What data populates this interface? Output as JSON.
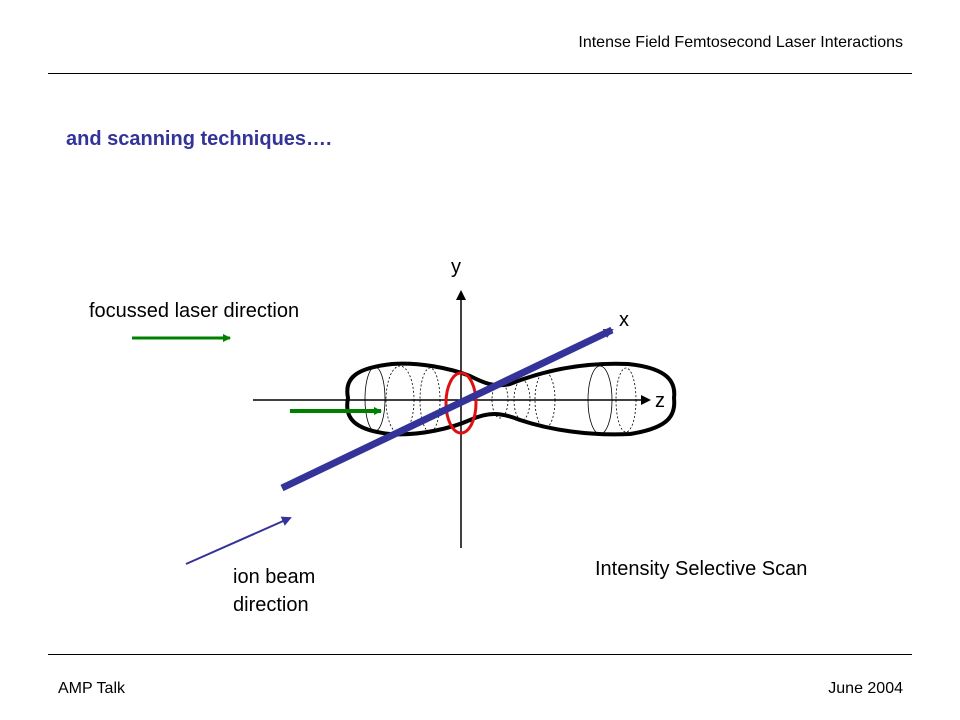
{
  "header": {
    "title": "Intense Field Femtosecond Laser Interactions"
  },
  "slide": {
    "title": "and scanning techniques…."
  },
  "diagram": {
    "laser_label": "focussed laser direction",
    "ion_beam_label_line1": "ion beam",
    "ion_beam_label_line2": "direction",
    "scan_label": "Intensity Selective Scan",
    "axis_x": "x",
    "axis_y": "y",
    "axis_z": "z",
    "colors": {
      "laser_arrow": "#008000",
      "ion_beam": "#333399",
      "scan_ring": "#e01010"
    }
  },
  "footer": {
    "left": "AMP Talk",
    "right": "June 2004"
  }
}
